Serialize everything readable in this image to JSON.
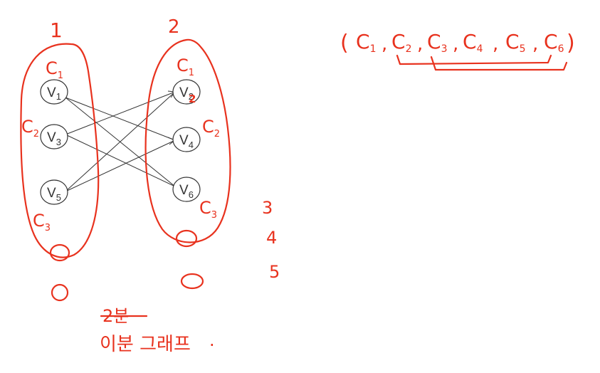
{
  "part_labels": {
    "left": "1",
    "right": "2"
  },
  "vertices": {
    "v1": {
      "letter": "V",
      "sub": "1"
    },
    "v2": {
      "letter": "V",
      "sub": "2"
    },
    "v3": {
      "letter": "V",
      "sub": "3"
    },
    "v4": {
      "letter": "V",
      "sub": "4"
    },
    "v5": {
      "letter": "V",
      "sub": "5"
    },
    "v6": {
      "letter": "V",
      "sub": "6"
    }
  },
  "overwritten_sub": "2",
  "colors": {
    "left": {
      "c1": {
        "letter": "C",
        "sub": "1"
      },
      "c2": {
        "letter": "C",
        "sub": "2"
      },
      "c3": {
        "letter": "C",
        "sub": "3"
      }
    },
    "right": {
      "c1": {
        "letter": "C",
        "sub": "1"
      },
      "c2": {
        "letter": "C",
        "sub": "2"
      },
      "c3": {
        "letter": "C",
        "sub": "3"
      }
    }
  },
  "side_numbers": [
    "3",
    "4",
    "5"
  ],
  "tuple": {
    "open": "(",
    "close": ")",
    "sep": ",",
    "items": [
      {
        "letter": "C",
        "sub": "1"
      },
      {
        "letter": "C",
        "sub": "2"
      },
      {
        "letter": "C",
        "sub": "3"
      },
      {
        "letter": "C",
        "sub": "4"
      },
      {
        "letter": "C",
        "sub": "5"
      },
      {
        "letter": "C",
        "sub": "6"
      }
    ]
  },
  "notes": {
    "line1": "2분",
    "line2": "이분 그래프",
    "dot": "."
  },
  "ink_color": "#e8321e"
}
